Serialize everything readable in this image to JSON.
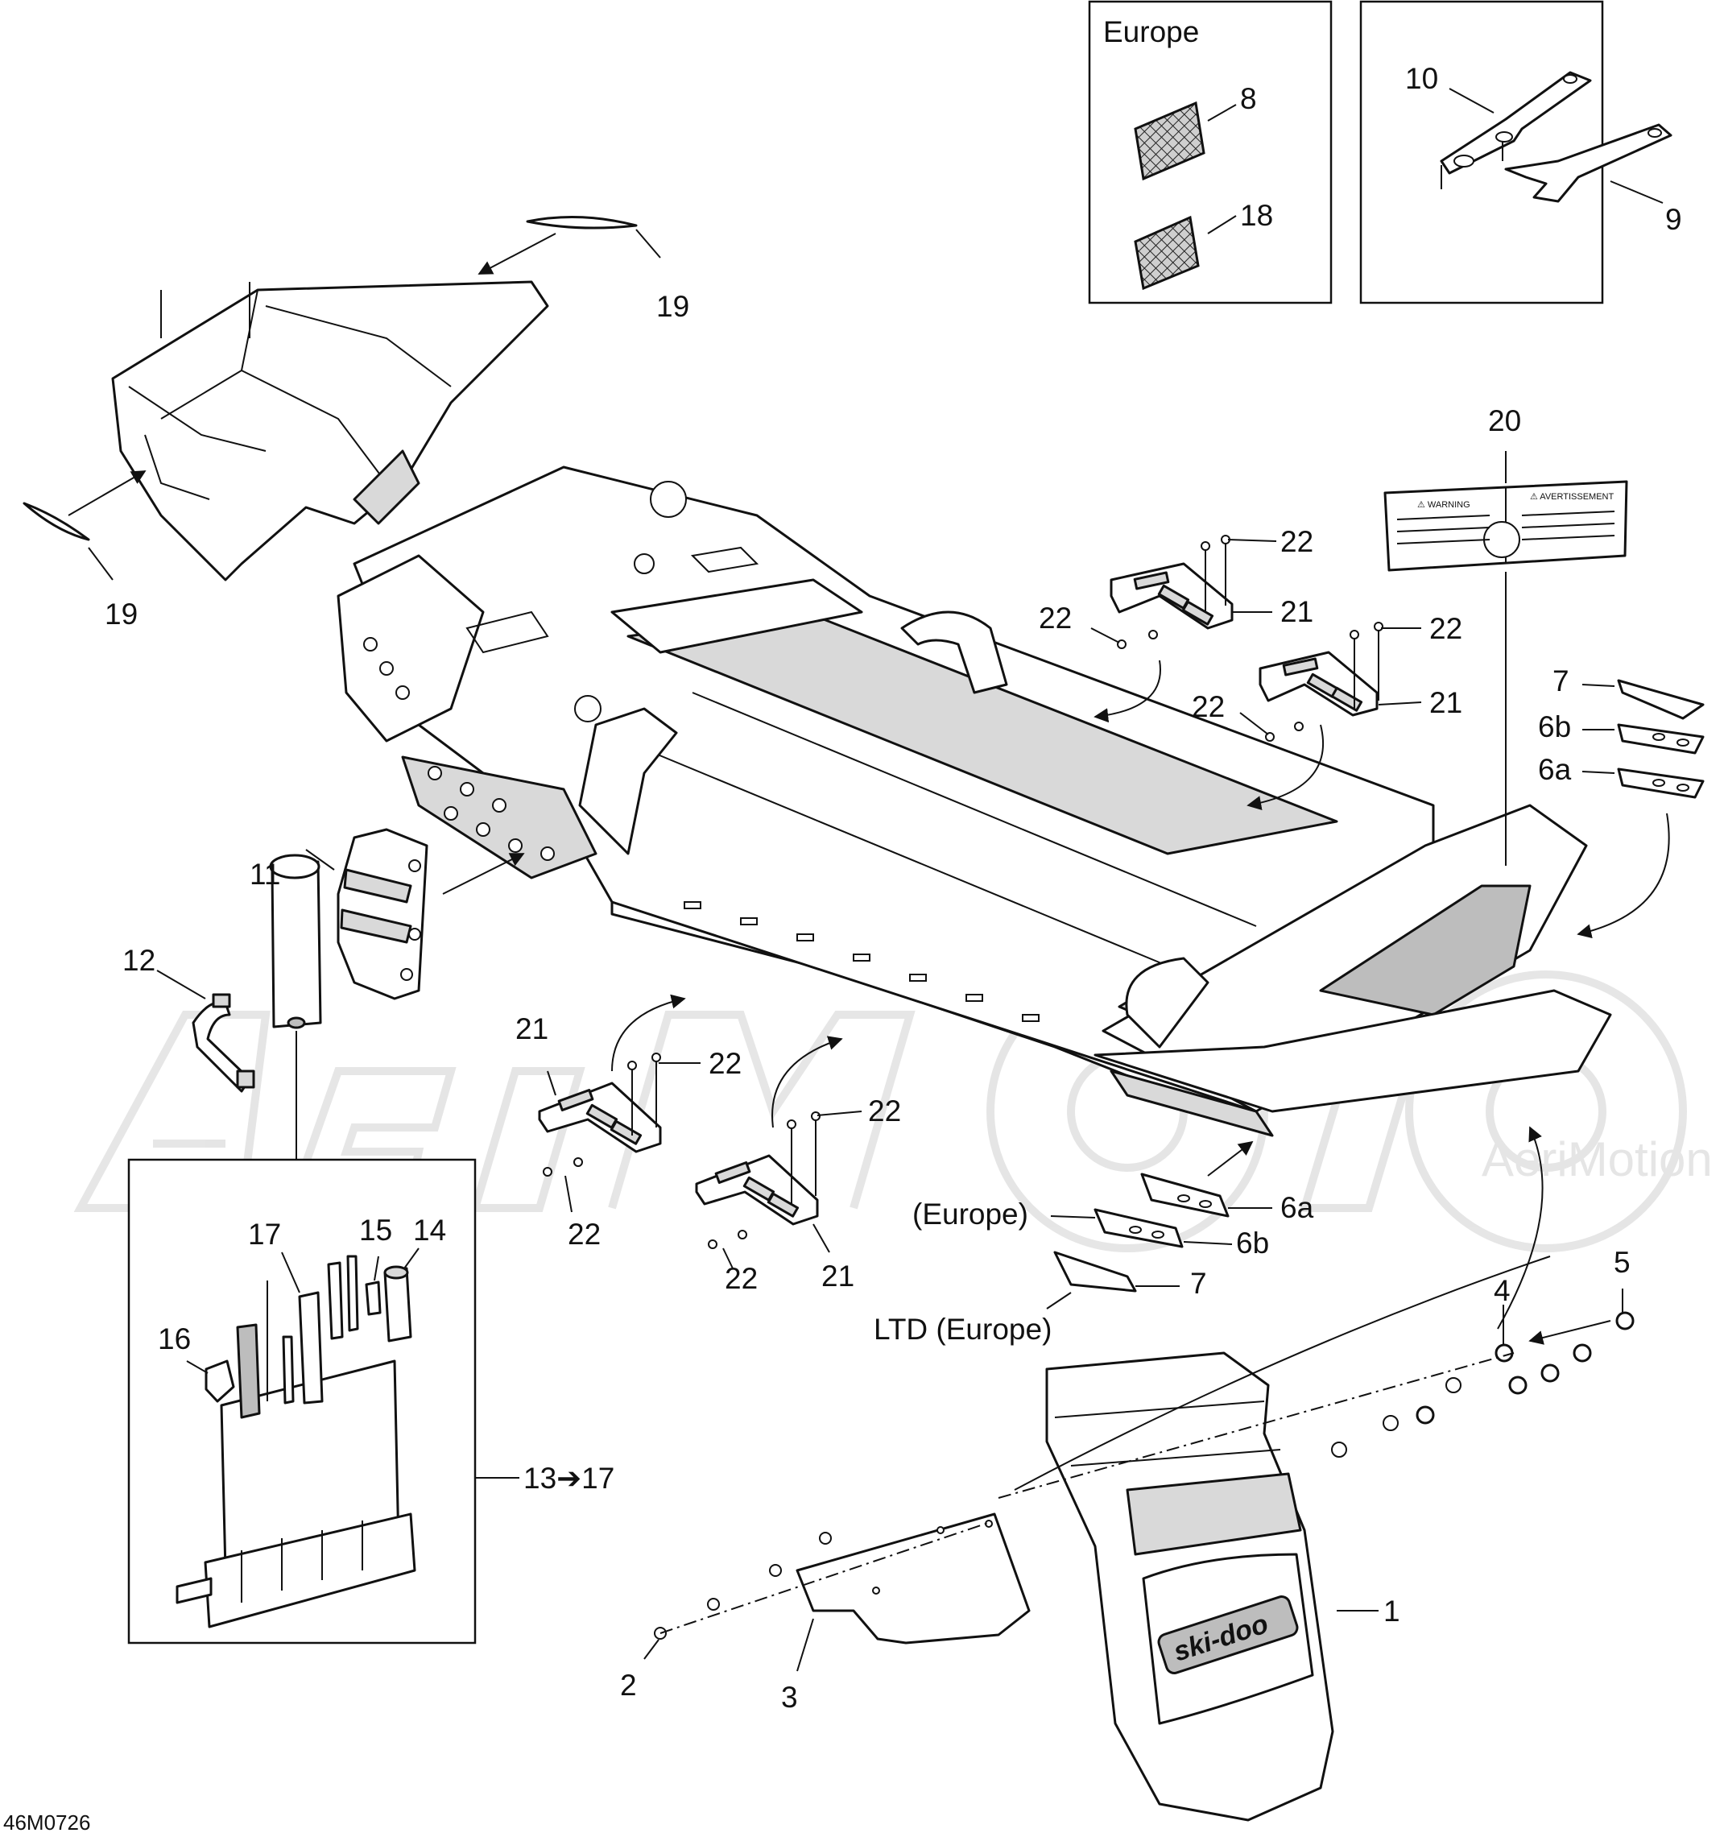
{
  "drawing_code": "46M0726",
  "europe_box": {
    "title": "Europe"
  },
  "watermark": {
    "text": "AeriMotion"
  },
  "callouts": {
    "c1": "1",
    "c2": "2",
    "c3": "3",
    "c4": "4",
    "c5": "5",
    "c6a_top": "6a",
    "c6b_top": "6b",
    "c7_top": "7",
    "c6a_bottom": "6a",
    "c6b_bottom": "6b",
    "c7_bottom": "7",
    "c8": "8",
    "c9": "9",
    "c10": "10",
    "c11": "11",
    "c12": "12",
    "c13_17": "13➔17",
    "c14": "14",
    "c15": "15",
    "c16": "16",
    "c17": "17",
    "c18": "18",
    "c19_top": "19",
    "c19_left": "19",
    "c20": "20",
    "c21_a": "21",
    "c21_b": "21",
    "c21_c": "21",
    "c21_d": "21",
    "c22_a": "22",
    "c22_b": "22",
    "c22_c": "22",
    "c22_d": "22",
    "c22_e": "22",
    "c22_f": "22",
    "c22_g": "22",
    "c22_h": "22"
  },
  "notes": {
    "europe_note": "(Europe)",
    "ltd_europe_note": "LTD (Europe)"
  },
  "decal_20": {
    "title_left": "⚠ WARNING",
    "title_right": "⚠ AVERTISSEMENT"
  },
  "snowflap_logo": "ski-doo"
}
